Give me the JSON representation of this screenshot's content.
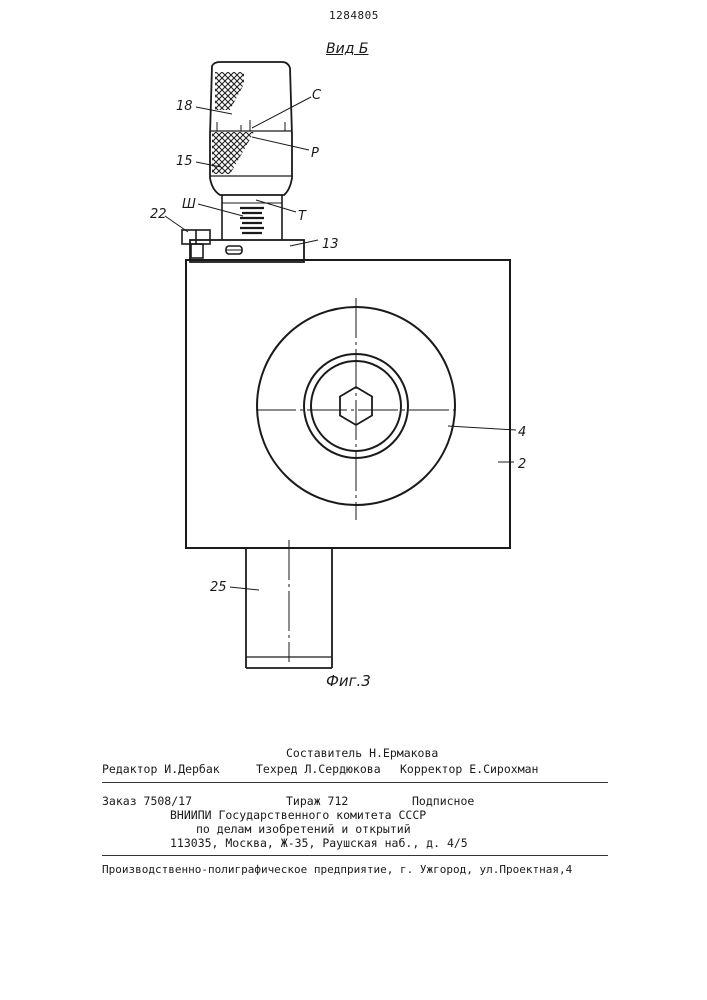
{
  "header": {
    "patent_number": "1284805",
    "view_title": "Вид Б"
  },
  "figure": {
    "caption": "Фиг.3",
    "reference_labels": {
      "ref_18": "18",
      "ref_15": "15",
      "ref_C": "С",
      "ref_P": "Р",
      "ref_T": "Т",
      "ref_Sh": "Ш",
      "ref_22": "22",
      "ref_13": "13",
      "ref_4": "4",
      "ref_2": "2",
      "ref_25": "25"
    }
  },
  "colophon": {
    "compiler": "Составитель Н.Ермакова",
    "editor": "Редактор И.Дербак",
    "techred": "Техред Л.Сердюкова",
    "corrector": "Корректор Е.Сирохман",
    "order": "Заказ 7508/17",
    "circulation": "Тираж 712",
    "subscription": "Подписное",
    "org_line1": "ВНИИПИ Государственного комитета СССР",
    "org_line2": "по делам изобретений и открытий",
    "address": "113035, Москва, Ж-35, Раушская наб., д. 4/5",
    "printer": "Производственно-полиграфическое предприятие, г. Ужгород, ул.Проектная,4"
  }
}
